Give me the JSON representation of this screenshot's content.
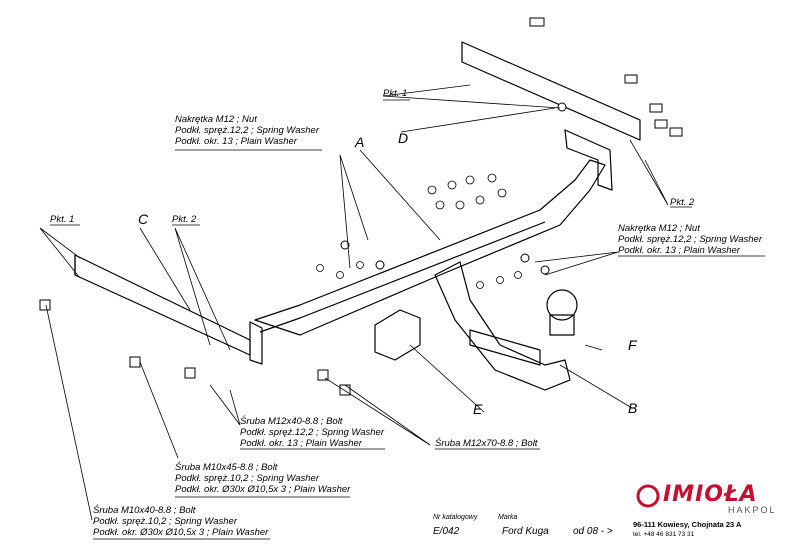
{
  "labels": {
    "pkt1_top": "Pkt. 1",
    "pkt2_right": "Pkt. 2",
    "pkt1_left": "Pkt. 1",
    "pkt2_left": "Pkt. 2",
    "nut_group_top": [
      "Nakrętka M12 ; Nut",
      "Podkł. spręż.12,2 ; Spring Washer",
      "Podkł. okr. 13 ; Plain Washer"
    ],
    "nut_group_right": [
      "Nakrętka M12 ; Nut",
      "Podkł. spręż.12,2 ; Spring Washer",
      "Podkł. okr. 13 ; Plain Washer"
    ],
    "bolt_m12x40": [
      "Śruba M12x40-8.8 ; Bolt",
      "Podkł. spręż.12,2 ; Spring Washer",
      "Podkł. okr. 13 ; Plain Washer"
    ],
    "bolt_m12x70": "Śruba M12x70-8.8 ; Bolt",
    "bolt_m10x45": [
      "Śruba M10x45-8.8 ; Bolt",
      "Podkł. spręż.10,2 ; Spring Washer",
      "Podkł. okr. Ø30x Ø10,5x 3 ; Plain Washer"
    ],
    "bolt_m10x40": [
      "Śruba M10x40-8.8 ; Bolt",
      "Podkł. spręż.10,2 ; Spring Washer",
      "Podkł. okr. Ø30x Ø10,5x 3 ; Plain Washer"
    ]
  },
  "part_letters": {
    "a": "A",
    "b": "B",
    "c": "C",
    "d": "D",
    "e": "E",
    "f": "F"
  },
  "footer": {
    "catalog_label": "Nr katalogowy",
    "catalog_value": "E/042",
    "make_label": "Marka",
    "make_value": "Ford Kuga",
    "year": "od 08 - >",
    "address": "96-111 Kowiesy, Chojnata 23 A",
    "phone": "tel. +48 46 831 73 31"
  },
  "logo": {
    "name": "IMIOŁA",
    "sub": "HAKPOL"
  },
  "colors": {
    "ink": "#000000",
    "logo_red": "#c8102e",
    "logo_gray": "#888888"
  }
}
